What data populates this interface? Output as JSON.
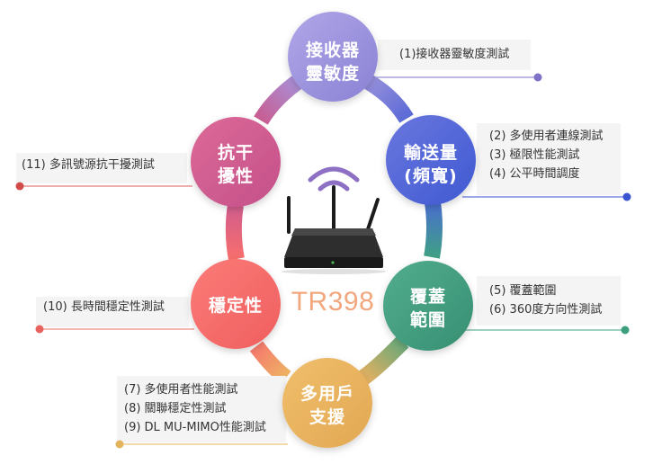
{
  "center_title": "TR398",
  "nodes": {
    "top": {
      "lines": [
        "接收器",
        "靈敏度"
      ],
      "color": "#9b93dc"
    },
    "top_right": {
      "lines": [
        "輸送量",
        "(頻寬)"
      ],
      "color": "#4a63d6"
    },
    "right": {
      "lines": [
        "覆蓋",
        "範圍"
      ],
      "color": "#3f9e80"
    },
    "bottom": {
      "lines": [
        "多用戶",
        "支援"
      ],
      "color": "#e9b05d"
    },
    "left": {
      "lines": [
        "穩定性"
      ],
      "color": "#f56a68"
    },
    "top_left": {
      "lines": [
        "抗干",
        "擾性"
      ],
      "color": "#cf5c8e"
    }
  },
  "labels": {
    "top": {
      "lines": [
        "(1)接收器靈敏度測試"
      ],
      "dot_color": "#7d72c8"
    },
    "top_right": {
      "lines": [
        "(2) 多使用者連線測試",
        "(3) 極限性能測試",
        "(4) 公平時間調度"
      ],
      "dot_color": "#3b54d1"
    },
    "right": {
      "lines": [
        "(5) 覆蓋範圍",
        "(6) 360度方向性測試"
      ],
      "dot_color": "#3c9f7c"
    },
    "bottom": {
      "lines": [
        "(7) 多使用者性能測試",
        "(8) 關聯穩定性測試",
        "(9) DL MU-MIMO性能測試"
      ],
      "dot_color": "#e4b45c"
    },
    "left": {
      "lines": [
        "(10) 長時間穩定性測試"
      ],
      "dot_color": "#e8625e"
    },
    "top_left": {
      "lines": [
        "(11) 多訊號源抗干擾測試"
      ],
      "dot_color": "#d24b49"
    }
  }
}
